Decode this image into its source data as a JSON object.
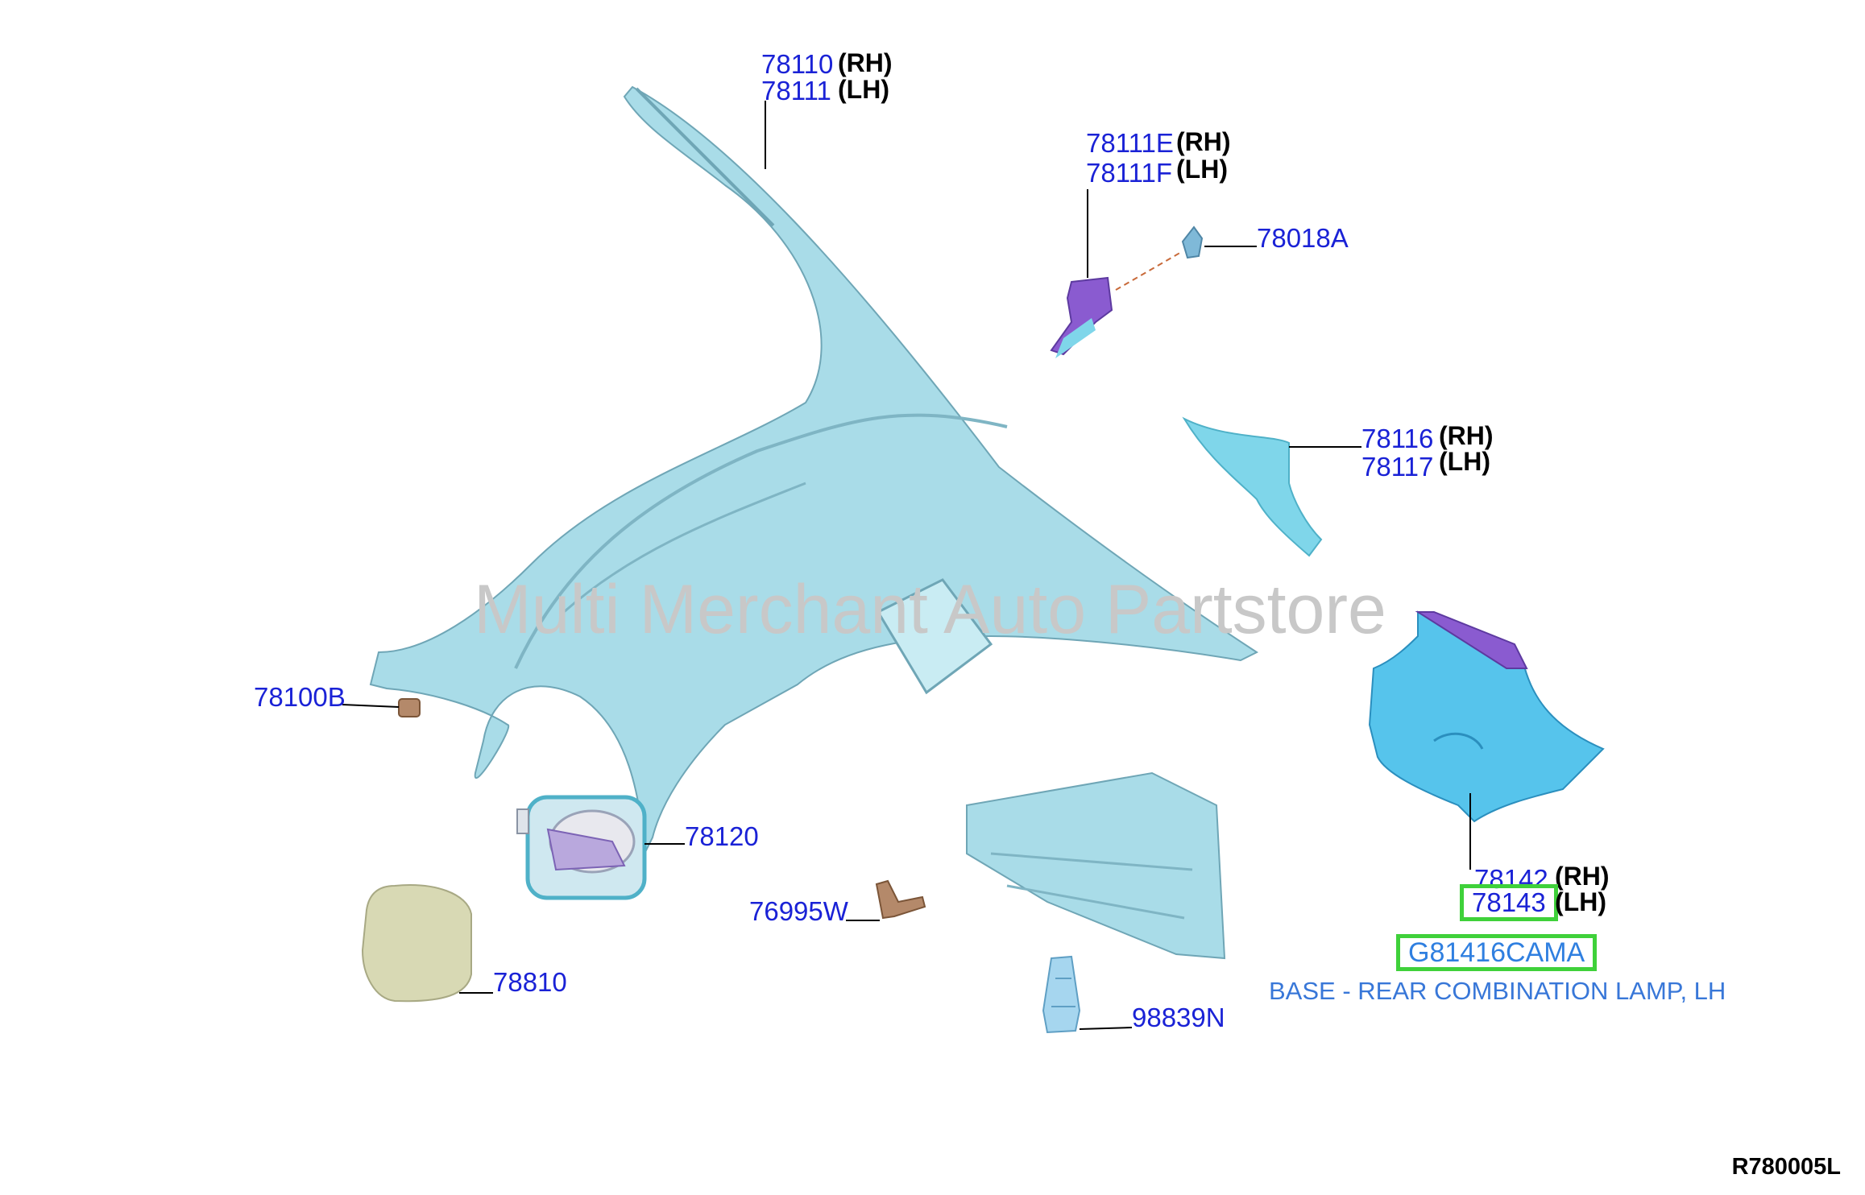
{
  "watermark": "Multi Merchant Auto Partstore",
  "diagram_code": "R780005L",
  "labels": {
    "p78110": "78110",
    "p78111": "78111",
    "p78111E": "78111E",
    "p78111F": "78111F",
    "p78018A": "78018A",
    "p78116": "78116",
    "p78117": "78117",
    "p78100B": "78100B",
    "p78120": "78120",
    "p76995W": "76995W",
    "p78810": "78810",
    "p98839N": "98839N",
    "p78142": "78142",
    "p78143": "78143",
    "rh": "(RH)",
    "lh": "(LH)"
  },
  "highlight": {
    "part_code": "G81416CAMA",
    "description": "BASE - REAR COMBINATION LAMP, LH"
  },
  "colors": {
    "part_number_text": "#1a22d6",
    "description_text": "#3877d8",
    "highlight_border": "#3fd13a",
    "panel_fill": "#a9dce8",
    "bracket_purple": "#8a5bd0",
    "bracket_cyan": "#7fd6ea",
    "housing_blue": "#56c4ec",
    "fastener_brown": "#b4896a",
    "fuel_door_fill": "#d8d9b4"
  }
}
